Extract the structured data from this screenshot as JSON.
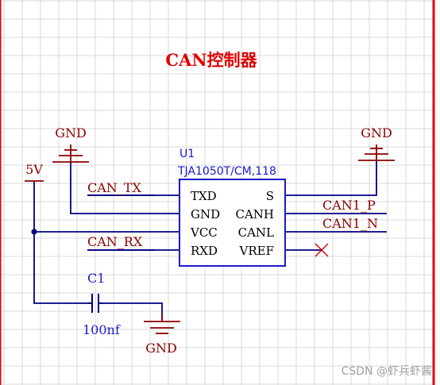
{
  "sheet": {
    "title": "CAN控制器",
    "colors": {
      "background": "#ffffff",
      "grid": "#d8d8d8",
      "border": "#e8000d",
      "title": "#e00000",
      "wire": "#000080",
      "power": "#8b0000",
      "component_fill": "#ffffff",
      "component_stroke": "#1a1acc",
      "designator": "#1a1acc",
      "net_label": "#8b0000",
      "no_connect": "#d00000",
      "watermark": "#a0a0a0"
    }
  },
  "power": {
    "gnd_top_left": "GND",
    "gnd_top_right": "GND",
    "supply_5v": "5V",
    "gnd_bottom": "GND"
  },
  "component_u1": {
    "designator": "U1",
    "part": "TJA1050T/CM,118",
    "pins_left": [
      "TXD",
      "GND",
      "VCC",
      "RXD"
    ],
    "pins_right": [
      "S",
      "CANH",
      "CANL",
      "VREF"
    ]
  },
  "component_c1": {
    "designator": "C1",
    "value": "100nf"
  },
  "net_labels": {
    "can_tx": "CAN_TX",
    "can_rx": "CAN_RX",
    "can1_p": "CAN1_P",
    "can1_n": "CAN1_N"
  },
  "watermark": "CSDN @虾兵虾酱"
}
